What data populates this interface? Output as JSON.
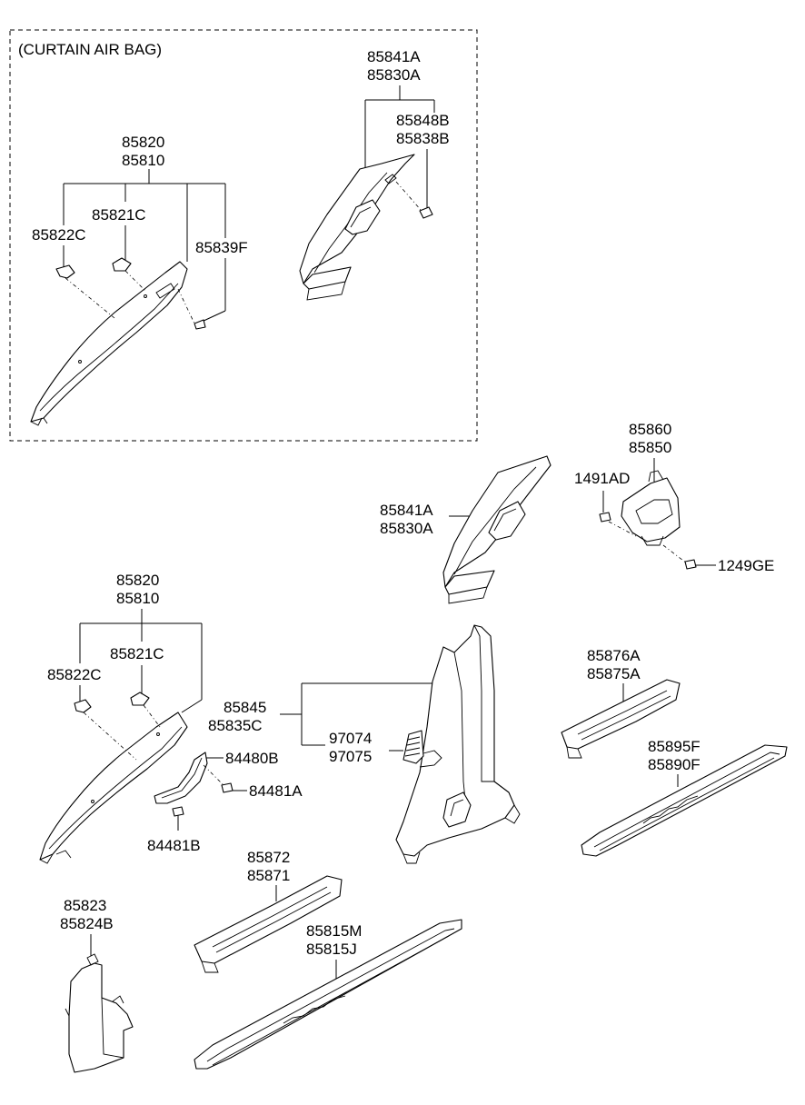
{
  "frame_title": "(CURTAIN AIR BAG)",
  "labels": {
    "c_85820": "85820",
    "c_85810": "85810",
    "c_85821C": "85821C",
    "c_85822C": "85822C",
    "c_85839F": "85839F",
    "c_85841A": "85841A",
    "c_85830A": "85830A",
    "c_85848B": "85848B",
    "c_85838B": "85838B",
    "m_85841A": "85841A",
    "m_85830A": "85830A",
    "m_85860": "85860",
    "m_85850": "85850",
    "m_1491AD": "1491AD",
    "m_1249GE": "1249GE",
    "l_85820": "85820",
    "l_85810": "85810",
    "l_85821C": "85821C",
    "l_85822C": "85822C",
    "l_84480B": "84480B",
    "l_84481A": "84481A",
    "l_84481B": "84481B",
    "l_85845": "85845",
    "l_85835C": "85835C",
    "l_97074": "97074",
    "l_97075": "97075",
    "l_85876A": "85876A",
    "l_85875A": "85875A",
    "l_85895F": "85895F",
    "l_85890F": "85890F",
    "l_85872": "85872",
    "l_85871": "85871",
    "l_85815M": "85815M",
    "l_85815J": "85815J",
    "l_85823": "85823",
    "l_85824B": "85824B"
  }
}
